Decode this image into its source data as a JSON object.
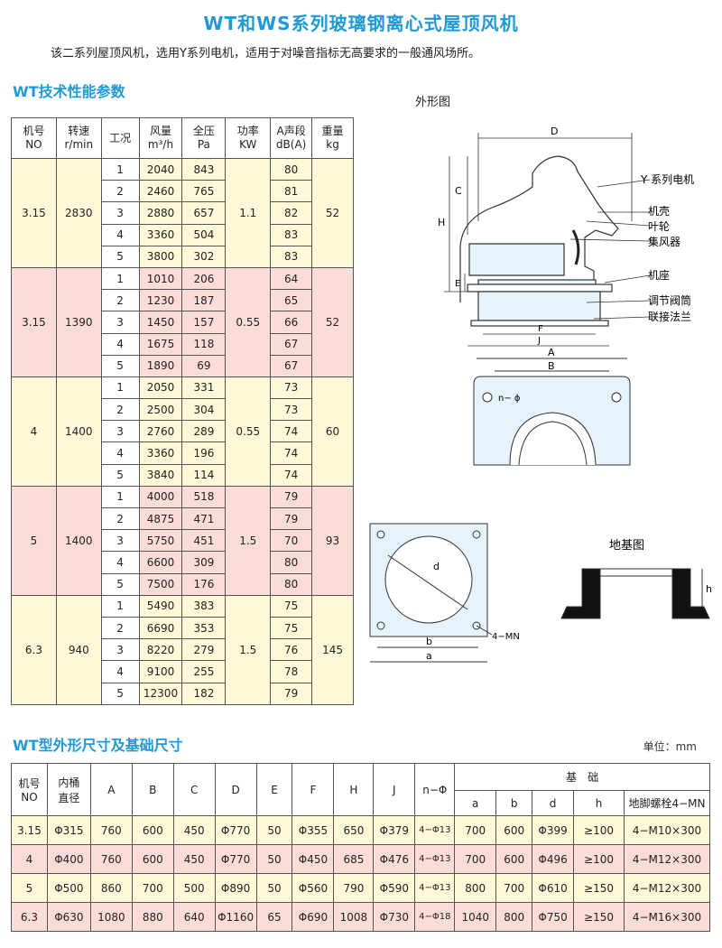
{
  "page_title": "WT和WS系列玻璃钢离心式屋顶风机",
  "intro": "该二系列屋顶风机，选用Y系列电机，适用于对噪音指标无高要求的一般通风场所。",
  "section1_title": "WT技术性能参数",
  "section2_title": "WT型外形尺寸及基础尺寸",
  "unit_label": "单位：mm",
  "perf_headers": [
    {
      "top": "机号",
      "bottom": "NO"
    },
    {
      "top": "转速",
      "bottom": "r/min"
    },
    {
      "top": "工况",
      "bottom": ""
    },
    {
      "top": "风量",
      "bottom": "m³/h"
    },
    {
      "top": "全压",
      "bottom": "Pa"
    },
    {
      "top": "功率",
      "bottom": "KW"
    },
    {
      "top": "A声段",
      "bottom": "dB(A)"
    },
    {
      "top": "重量",
      "bottom": "kg"
    }
  ],
  "perf_groups": [
    {
      "no": "3.15",
      "rpm": "2830",
      "power": "1.1",
      "weight": "52",
      "rows": [
        [
          "1",
          "2040",
          "843",
          "80"
        ],
        [
          "2",
          "2460",
          "765",
          "81"
        ],
        [
          "3",
          "2880",
          "657",
          "82"
        ],
        [
          "4",
          "3360",
          "504",
          "83"
        ],
        [
          "5",
          "3800",
          "302",
          "83"
        ]
      ]
    },
    {
      "no": "3.15",
      "rpm": "1390",
      "power": "0.55",
      "weight": "52",
      "rows": [
        [
          "1",
          "1010",
          "206",
          "64"
        ],
        [
          "2",
          "1230",
          "187",
          "65"
        ],
        [
          "3",
          "1450",
          "157",
          "66"
        ],
        [
          "4",
          "1675",
          "118",
          "67"
        ],
        [
          "5",
          "1890",
          "69",
          "67"
        ]
      ]
    },
    {
      "no": "4",
      "rpm": "1400",
      "power": "0.55",
      "weight": "60",
      "rows": [
        [
          "1",
          "2050",
          "331",
          "73"
        ],
        [
          "2",
          "2500",
          "304",
          "73"
        ],
        [
          "3",
          "2760",
          "289",
          "74"
        ],
        [
          "4",
          "3360",
          "196",
          "74"
        ],
        [
          "5",
          "3840",
          "114",
          "74"
        ]
      ]
    },
    {
      "no": "5",
      "rpm": "1400",
      "power": "1.5",
      "weight": "93",
      "rows": [
        [
          "1",
          "4000",
          "518",
          "79"
        ],
        [
          "2",
          "4875",
          "471",
          "79"
        ],
        [
          "3",
          "5750",
          "451",
          "70"
        ],
        [
          "4",
          "6600",
          "309",
          "80"
        ],
        [
          "5",
          "7500",
          "176",
          "80"
        ]
      ]
    },
    {
      "no": "6.3",
      "rpm": "940",
      "power": "1.5",
      "weight": "145",
      "rows": [
        [
          "1",
          "5490",
          "383",
          "75"
        ],
        [
          "2",
          "6690",
          "353",
          "75"
        ],
        [
          "3",
          "8220",
          "279",
          "76"
        ],
        [
          "4",
          "9100",
          "255",
          "78"
        ],
        [
          "5",
          "12300",
          "182",
          "79"
        ]
      ]
    }
  ],
  "diagram": {
    "outline_title": "外形图",
    "foundation_title": "地基图",
    "callouts": [
      "Y 系列电机",
      "机壳",
      "叶轮",
      "集风器",
      "机座",
      "调节阀筒",
      "联接法兰"
    ],
    "dims": {
      "D": "D",
      "C": "C",
      "H": "H",
      "E": "E",
      "F": "F",
      "J": "J",
      "A": "A",
      "B": "B",
      "n_phi": "n− ϕ",
      "d": "d",
      "b": "b",
      "a": "a",
      "mn": "4−MN",
      "h": "h"
    }
  },
  "dim_headers": {
    "no_top": "机号",
    "no_bottom": "NO",
    "dia_top": "内桶",
    "dia_bottom": "直径",
    "cols": [
      "A",
      "B",
      "C",
      "D",
      "E",
      "F",
      "H",
      "J",
      "n−Φ"
    ],
    "base": "基　础",
    "base_cols": [
      "a",
      "b",
      "d",
      "h",
      "地脚螺栓4−MN"
    ]
  },
  "dim_rows": [
    [
      "3.15",
      "Φ315",
      "760",
      "600",
      "450",
      "Φ770",
      "50",
      "Φ355",
      "650",
      "Φ379",
      "4−Φ13",
      "700",
      "600",
      "Φ399",
      "≥100",
      "4−M10×300"
    ],
    [
      "4",
      "Φ400",
      "760",
      "600",
      "450",
      "Φ770",
      "50",
      "Φ450",
      "685",
      "Φ476",
      "4−Φ13",
      "700",
      "600",
      "Φ496",
      "≥100",
      "4−M12×300"
    ],
    [
      "5",
      "Φ500",
      "860",
      "700",
      "500",
      "Φ890",
      "50",
      "Φ560",
      "790",
      "Φ590",
      "4−Φ13",
      "800",
      "700",
      "Φ610",
      "≥150",
      "4−M12×300"
    ],
    [
      "6.3",
      "Φ630",
      "1080",
      "880",
      "640",
      "Φ1160",
      "65",
      "Φ690",
      "1008",
      "Φ730",
      "4−Φ18",
      "1040",
      "800",
      "Φ750",
      "≥150",
      "4−M16×300"
    ]
  ]
}
